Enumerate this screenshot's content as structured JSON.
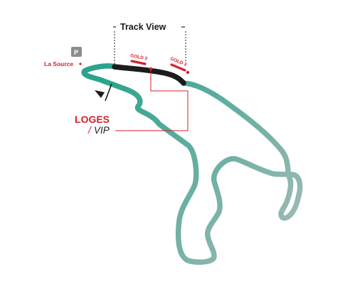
{
  "map": {
    "track_view_label": "Track View",
    "la_source_label": "La Source",
    "parking_label": "P",
    "gold2_label": "GOLD 2",
    "gold3_label": "GOLD 3",
    "loges_label": "LOGES",
    "vip_slash": "/",
    "vip_label": "VIP"
  },
  "colors": {
    "track_start": "#2aa38c",
    "track_end": "#9ab9b3",
    "highlight_section": "#1c1c1c",
    "accent_red": "#d6202a",
    "text_dark": "#1b1b1b",
    "parking_bg": "#8c8c8c",
    "leader_line": "#222222"
  },
  "icons": {
    "parking": "parking-sign-icon",
    "start_finish": "start-finish-flag-icon"
  }
}
